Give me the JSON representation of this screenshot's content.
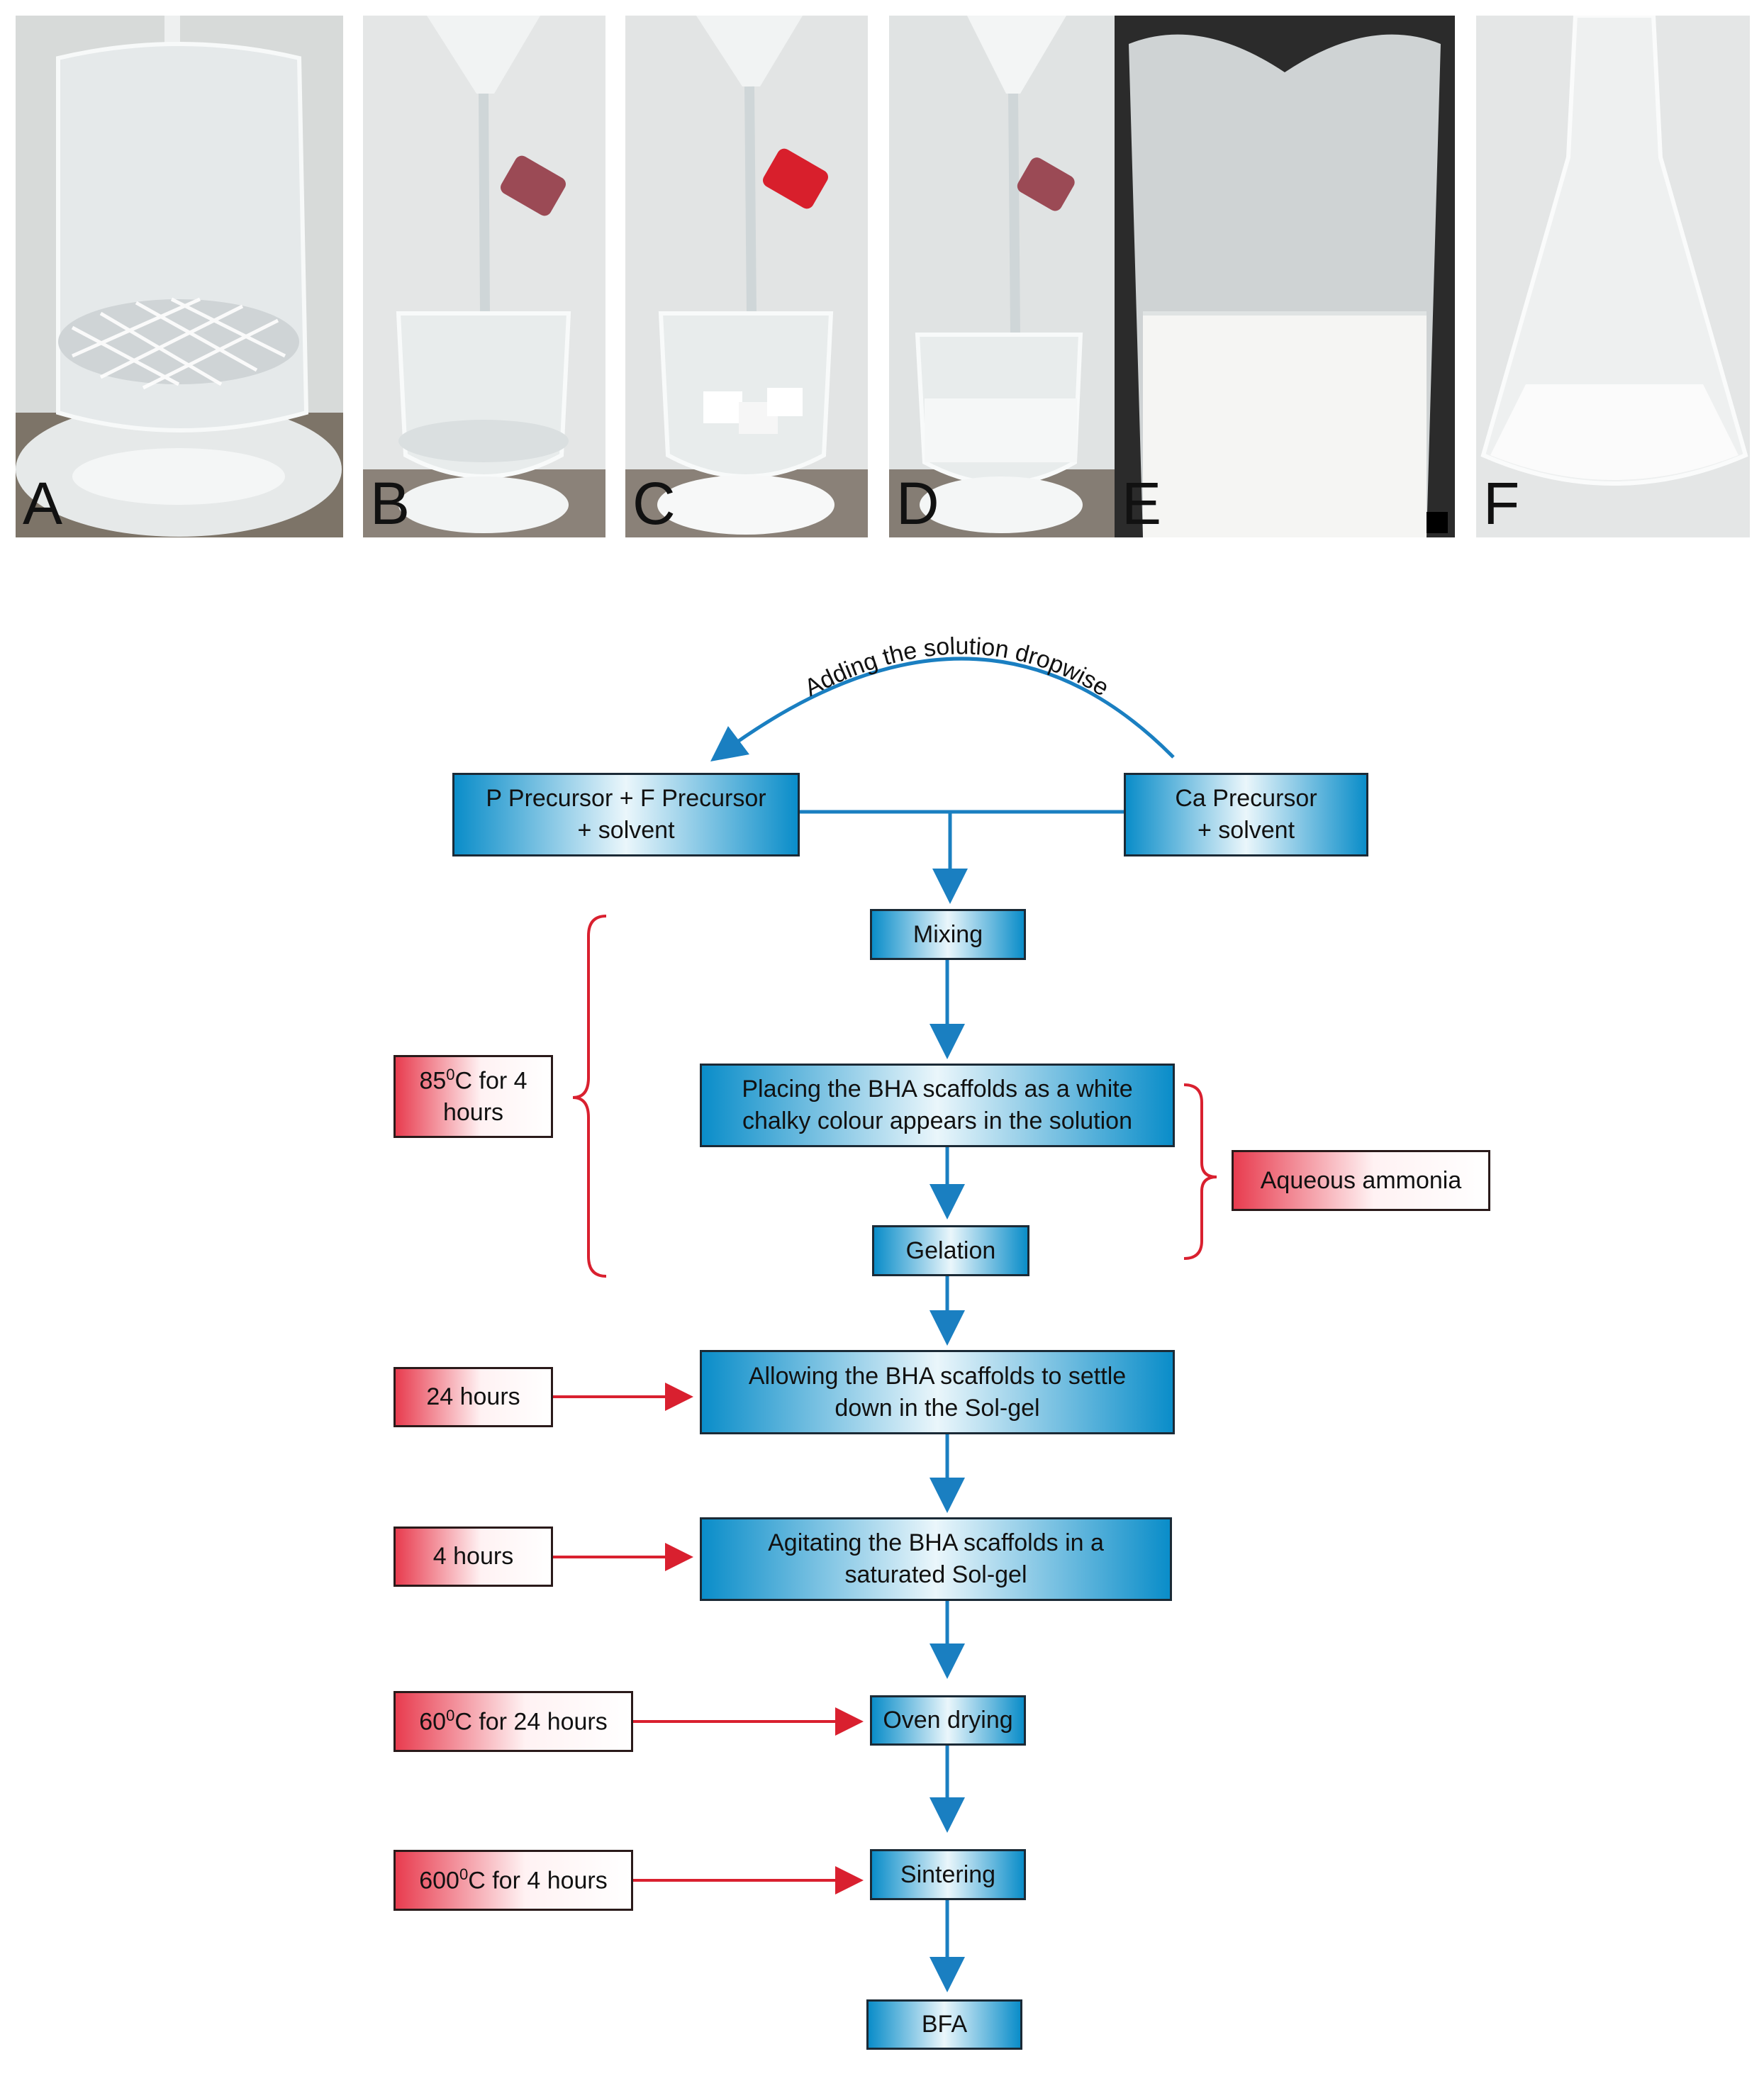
{
  "photo_labels": [
    "A",
    "B",
    "C",
    "D",
    "E",
    "F"
  ],
  "flow": {
    "arc_label": "Adding the solution dropwise",
    "p_precursor": "P Precursor + F Precursor\n+ solvent",
    "ca_precursor": "Ca Precursor\n+ solvent",
    "mixing": "Mixing",
    "placing": "Placing the BHA scaffolds as a white\nchalky colour appears in the solution",
    "gelation": "Gelation",
    "settle": "Allowing the BHA scaffolds to settle\ndown in the Sol-gel",
    "agitating": "Agitating the BHA scaffolds in a\nsaturated Sol-gel",
    "oven": "Oven drying",
    "sintering": "Sintering",
    "bfa": "BFA",
    "cond_85": {
      "pre": "85",
      "sup": "0",
      "post": "C for 4\nhours"
    },
    "ammonia": "Aqueous ammonia",
    "cond_24h": "24 hours",
    "cond_4h": "4 hours",
    "cond_60": {
      "pre": "60",
      "sup": "0",
      "post": "C for 24 hours"
    },
    "cond_600": {
      "pre": "600",
      "sup": "0",
      "post": "C for 4 hours"
    }
  },
  "colors": {
    "flow_blue": "#0a8dc9",
    "cond_red": "#e83c4f",
    "arrow_blue": "#1a7fc1",
    "arrow_red": "#d9202f"
  }
}
